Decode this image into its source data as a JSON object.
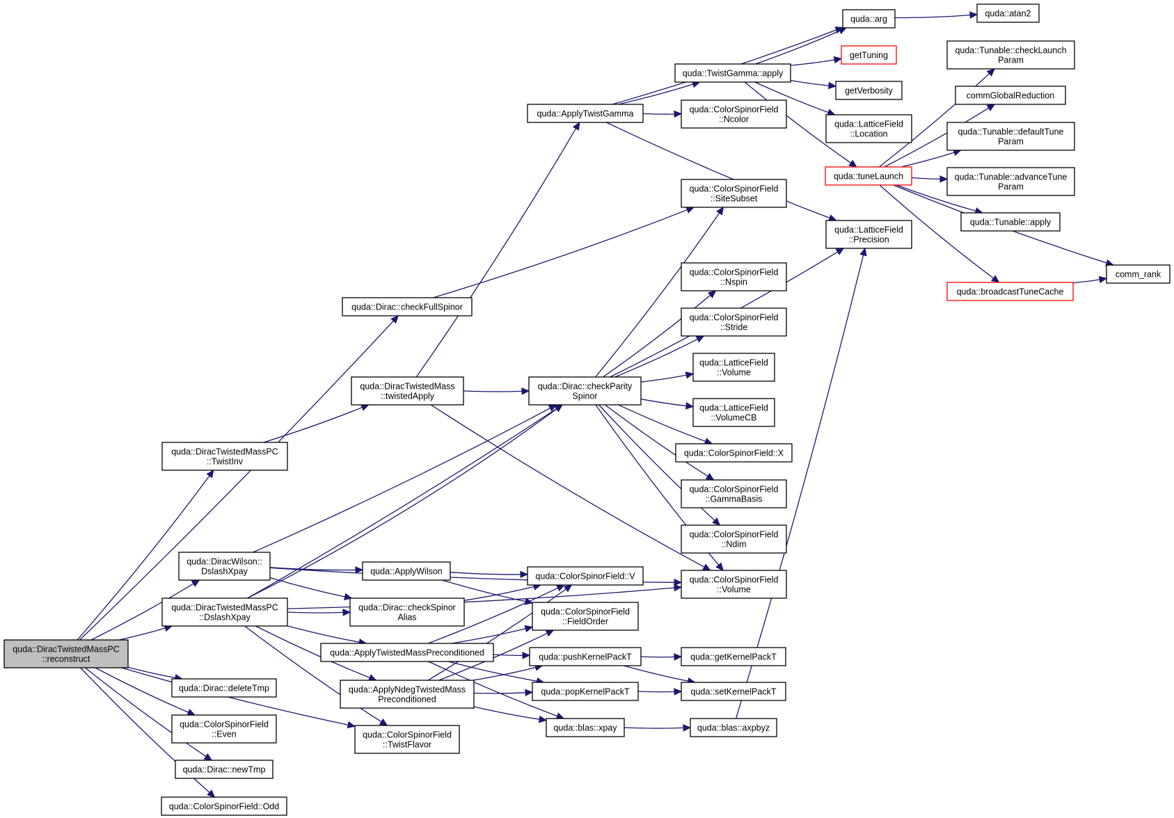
{
  "graph": {
    "edge_color": "#191970",
    "node_border": "#000000",
    "highlight_border": "#ff0000",
    "root_fill": "#bfbfbf",
    "nodes": [
      {
        "id": "reconstruct",
        "lines": [
          "quda::DiracTwistedMassPC",
          "::reconstruct"
        ],
        "root": true
      },
      {
        "id": "checkFullSpinor",
        "lines": [
          "quda::Dirac::checkFullSpinor"
        ]
      },
      {
        "id": "TwistInv",
        "lines": [
          "quda::DiracTwistedMassPC",
          "::TwistInv"
        ]
      },
      {
        "id": "WilsonDslashXpay",
        "lines": [
          "quda::DiracWilson::",
          "DslashXpay"
        ]
      },
      {
        "id": "TMPCDslashXpay",
        "lines": [
          "quda::DiracTwistedMassPC",
          "::DslashXpay"
        ]
      },
      {
        "id": "deleteTmp",
        "lines": [
          "quda::Dirac::deleteTmp"
        ]
      },
      {
        "id": "Even",
        "lines": [
          "quda::ColorSpinorField",
          "::Even"
        ]
      },
      {
        "id": "newTmp",
        "lines": [
          "quda::Dirac::newTmp"
        ]
      },
      {
        "id": "Odd",
        "lines": [
          "quda::ColorSpinorField::Odd"
        ]
      },
      {
        "id": "twistedApply",
        "lines": [
          "quda::DiracTwistedMass",
          "::twistedApply"
        ]
      },
      {
        "id": "ApplyWilson",
        "lines": [
          "quda::ApplyWilson"
        ]
      },
      {
        "id": "checkSpinorAlias",
        "lines": [
          "quda::Dirac::checkSpinor",
          "Alias"
        ]
      },
      {
        "id": "ApplyTMPC",
        "lines": [
          "quda::ApplyTwistedMassPreconditioned"
        ]
      },
      {
        "id": "ApplyNdeg",
        "lines": [
          "quda::ApplyNdegTwistedMass",
          "Preconditioned"
        ]
      },
      {
        "id": "TwistFlavor",
        "lines": [
          "quda::ColorSpinorField",
          "::TwistFlavor"
        ]
      },
      {
        "id": "ApplyTwistGamma",
        "lines": [
          "quda::ApplyTwistGamma"
        ]
      },
      {
        "id": "checkParitySpinor",
        "lines": [
          "quda::Dirac::checkParity",
          "Spinor"
        ]
      },
      {
        "id": "CSF_V",
        "lines": [
          "quda::ColorSpinorField::V"
        ]
      },
      {
        "id": "FieldOrder",
        "lines": [
          "quda::ColorSpinorField",
          "::FieldOrder"
        ]
      },
      {
        "id": "pushKernelPackT",
        "lines": [
          "quda::pushKernelPackT"
        ]
      },
      {
        "id": "popKernelPackT",
        "lines": [
          "quda::popKernelPackT"
        ]
      },
      {
        "id": "xpay",
        "lines": [
          "quda::blas::xpay"
        ]
      },
      {
        "id": "TwistGammaApply",
        "lines": [
          "quda::TwistGamma::apply"
        ]
      },
      {
        "id": "Ncolor",
        "lines": [
          "quda::ColorSpinorField",
          "::Ncolor"
        ]
      },
      {
        "id": "SiteSubset",
        "lines": [
          "quda::ColorSpinorField",
          "::SiteSubset"
        ]
      },
      {
        "id": "Nspin",
        "lines": [
          "quda::ColorSpinorField",
          "::Nspin"
        ]
      },
      {
        "id": "Stride",
        "lines": [
          "quda::ColorSpinorField",
          "::Stride"
        ]
      },
      {
        "id": "LF_Volume",
        "lines": [
          "quda::LatticeField",
          "::Volume"
        ]
      },
      {
        "id": "VolumeCB",
        "lines": [
          "quda::LatticeField",
          "::VolumeCB"
        ]
      },
      {
        "id": "CSF_X",
        "lines": [
          "quda::ColorSpinorField::X"
        ]
      },
      {
        "id": "GammaBasis",
        "lines": [
          "quda::ColorSpinorField",
          "::GammaBasis"
        ]
      },
      {
        "id": "Ndim",
        "lines": [
          "quda::ColorSpinorField",
          "::Ndim"
        ]
      },
      {
        "id": "CSF_Volume",
        "lines": [
          "quda::ColorSpinorField",
          "::Volume"
        ]
      },
      {
        "id": "getKernelPackT",
        "lines": [
          "quda::getKernelPackT"
        ]
      },
      {
        "id": "setKernelPackT",
        "lines": [
          "quda::setKernelPackT"
        ]
      },
      {
        "id": "axpbyz",
        "lines": [
          "quda::blas::axpbyz"
        ]
      },
      {
        "id": "arg",
        "lines": [
          "quda::arg"
        ]
      },
      {
        "id": "getTuning",
        "lines": [
          "getTuning"
        ],
        "red": true
      },
      {
        "id": "getVerbosity",
        "lines": [
          "getVerbosity"
        ]
      },
      {
        "id": "Location",
        "lines": [
          "quda::LatticeField",
          "::Location"
        ]
      },
      {
        "id": "tuneLaunch",
        "lines": [
          "quda::tuneLaunch"
        ],
        "red": true
      },
      {
        "id": "Precision",
        "lines": [
          "quda::LatticeField",
          "::Precision"
        ]
      },
      {
        "id": "atan2",
        "lines": [
          "quda::atan2"
        ]
      },
      {
        "id": "checkLaunchParam",
        "lines": [
          "quda::Tunable::checkLaunch",
          "Param"
        ]
      },
      {
        "id": "commGlobalReduction",
        "lines": [
          "commGlobalReduction"
        ]
      },
      {
        "id": "defaultTuneParam",
        "lines": [
          "quda::Tunable::defaultTune",
          "Param"
        ]
      },
      {
        "id": "advanceTuneParam",
        "lines": [
          "quda::Tunable::advanceTune",
          "Param"
        ]
      },
      {
        "id": "TunableApply",
        "lines": [
          "quda::Tunable::apply"
        ]
      },
      {
        "id": "broadcastTuneCache",
        "lines": [
          "quda::broadcastTuneCache"
        ],
        "red": true
      },
      {
        "id": "comm_rank",
        "lines": [
          "comm_rank"
        ]
      }
    ],
    "edges": [
      [
        "reconstruct",
        "checkFullSpinor"
      ],
      [
        "reconstruct",
        "TwistInv"
      ],
      [
        "reconstruct",
        "WilsonDslashXpay"
      ],
      [
        "reconstruct",
        "TMPCDslashXpay"
      ],
      [
        "reconstruct",
        "deleteTmp"
      ],
      [
        "reconstruct",
        "Even"
      ],
      [
        "reconstruct",
        "newTmp"
      ],
      [
        "reconstruct",
        "Odd"
      ],
      [
        "reconstruct",
        "TwistFlavor"
      ],
      [
        "checkFullSpinor",
        "SiteSubset"
      ],
      [
        "TwistInv",
        "twistedApply"
      ],
      [
        "twistedApply",
        "ApplyTwistGamma"
      ],
      [
        "twistedApply",
        "checkParitySpinor"
      ],
      [
        "twistedApply",
        "CSF_Volume"
      ],
      [
        "WilsonDslashXpay",
        "checkParitySpinor"
      ],
      [
        "WilsonDslashXpay",
        "ApplyWilson"
      ],
      [
        "WilsonDslashXpay",
        "checkSpinorAlias"
      ],
      [
        "WilsonDslashXpay",
        "CSF_Volume"
      ],
      [
        "TMPCDslashXpay",
        "checkParitySpinor"
      ],
      [
        "TMPCDslashXpay",
        "checkSpinorAlias"
      ],
      [
        "TMPCDslashXpay",
        "ApplyTMPC"
      ],
      [
        "TMPCDslashXpay",
        "ApplyNdeg"
      ],
      [
        "TMPCDslashXpay",
        "TwistFlavor"
      ],
      [
        "TMPCDslashXpay",
        "CSF_Volume"
      ],
      [
        "TMPCDslashXpay",
        "checkParitySpinor"
      ],
      [
        "ApplyWilson",
        "CSF_V"
      ],
      [
        "ApplyWilson",
        "FieldOrder"
      ],
      [
        "checkSpinorAlias",
        "CSF_V"
      ],
      [
        "ApplyTMPC",
        "CSF_V"
      ],
      [
        "ApplyTMPC",
        "FieldOrder"
      ],
      [
        "ApplyTMPC",
        "pushKernelPackT"
      ],
      [
        "ApplyTMPC",
        "popKernelPackT"
      ],
      [
        "ApplyTMPC",
        "xpay"
      ],
      [
        "ApplyNdeg",
        "CSF_V"
      ],
      [
        "ApplyNdeg",
        "FieldOrder"
      ],
      [
        "ApplyNdeg",
        "pushKernelPackT"
      ],
      [
        "ApplyNdeg",
        "popKernelPackT"
      ],
      [
        "ApplyNdeg",
        "xpay"
      ],
      [
        "ApplyTwistGamma",
        "arg"
      ],
      [
        "ApplyTwistGamma",
        "TwistGammaApply"
      ],
      [
        "ApplyTwistGamma",
        "Ncolor"
      ],
      [
        "ApplyTwistGamma",
        "Precision"
      ],
      [
        "checkParitySpinor",
        "SiteSubset"
      ],
      [
        "checkParitySpinor",
        "Precision"
      ],
      [
        "checkParitySpinor",
        "Nspin"
      ],
      [
        "checkParitySpinor",
        "Stride"
      ],
      [
        "checkParitySpinor",
        "LF_Volume"
      ],
      [
        "checkParitySpinor",
        "VolumeCB"
      ],
      [
        "checkParitySpinor",
        "CSF_X"
      ],
      [
        "checkParitySpinor",
        "GammaBasis"
      ],
      [
        "checkParitySpinor",
        "Ndim"
      ],
      [
        "checkParitySpinor",
        "CSF_Volume"
      ],
      [
        "pushKernelPackT",
        "getKernelPackT"
      ],
      [
        "pushKernelPackT",
        "setKernelPackT"
      ],
      [
        "popKernelPackT",
        "setKernelPackT"
      ],
      [
        "xpay",
        "axpbyz"
      ],
      [
        "axpbyz",
        "Precision"
      ],
      [
        "TwistGammaApply",
        "arg"
      ],
      [
        "TwistGammaApply",
        "getTuning"
      ],
      [
        "TwistGammaApply",
        "getVerbosity"
      ],
      [
        "TwistGammaApply",
        "Location"
      ],
      [
        "TwistGammaApply",
        "tuneLaunch"
      ],
      [
        "arg",
        "atan2"
      ],
      [
        "tuneLaunch",
        "checkLaunchParam"
      ],
      [
        "tuneLaunch",
        "commGlobalReduction"
      ],
      [
        "tuneLaunch",
        "defaultTuneParam"
      ],
      [
        "tuneLaunch",
        "advanceTuneParam"
      ],
      [
        "tuneLaunch",
        "TunableApply"
      ],
      [
        "tuneLaunch",
        "broadcastTuneCache"
      ],
      [
        "tuneLaunch",
        "comm_rank"
      ],
      [
        "broadcastTuneCache",
        "comm_rank"
      ]
    ]
  }
}
